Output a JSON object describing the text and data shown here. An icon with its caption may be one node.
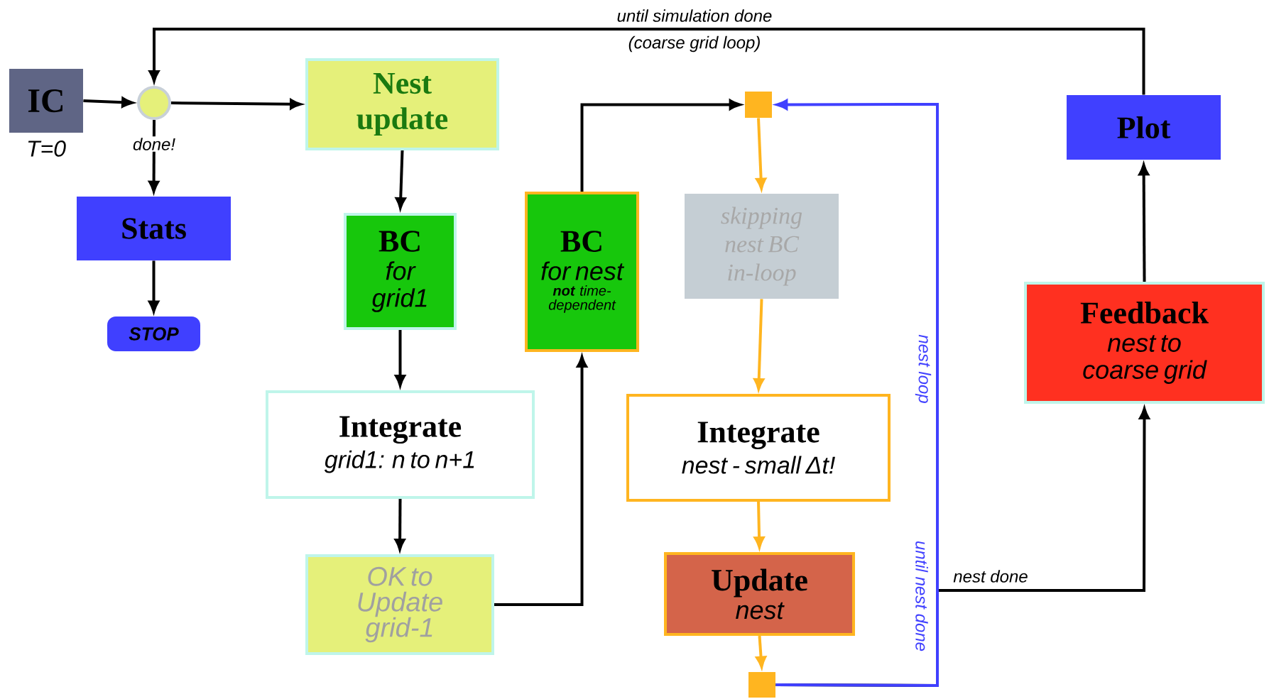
{
  "diagram": {
    "nodes": [
      {
        "text": [
          "IC"
        ],
        "beside": [
          "T=0"
        ]
      },
      {
        "text": [],
        "shape": "circle"
      },
      {
        "text": [
          "Nest update"
        ]
      },
      {
        "text": [
          "Stats"
        ]
      },
      {
        "text": [
          "STOP"
        ]
      },
      {
        "text": [
          "BC",
          "for grid1"
        ]
      },
      {
        "text": [
          "Integrate",
          "grid1: n to n+1"
        ]
      },
      {
        "text": [
          "OK to Update grid-1"
        ]
      },
      {
        "text": [
          "BC",
          "for nest",
          "**not** time-dependent"
        ]
      },
      {
        "text": [],
        "shape": "box"
      },
      {
        "text": [
          "skipping nest BC in-loop"
        ]
      },
      {
        "text": [
          "Integrate",
          "nest - small Δt!"
        ]
      },
      {
        "text": [
          "Update",
          "nest"
        ]
      },
      {
        "text": [],
        "shape": "box"
      },
      {
        "text": [
          "Plot"
        ]
      },
      {
        "text": [
          "Feedback",
          "nest to coarse grid"
        ]
      }
    ],
    "edges": [
      {
        "from": 0,
        "to": 1,
        "arrow": "to"
      },
      {
        "from": 1,
        "to": 2,
        "arrow": "to"
      },
      {
        "from": 1,
        "to": 3,
        "arrow": "to",
        "label": "done!"
      },
      {
        "from": 3,
        "to": 4,
        "arrow": "to"
      },
      {
        "from": 2,
        "to": 5,
        "arrow": "to"
      },
      {
        "from": 5,
        "to": 6,
        "arrow": "to"
      },
      {
        "from": 6,
        "to": 7,
        "arrow": "to"
      },
      {
        "from": 7,
        "to": 8,
        "arrow": "to"
      },
      {
        "from": 8,
        "to": 9,
        "arrow": "to"
      },
      {
        "from": 9,
        "to": 10,
        "arrow": "to",
        "color": "#ffb520"
      },
      {
        "from": 10,
        "to": 11,
        "arrow": "to",
        "color": "#ffb520"
      },
      {
        "from": 11,
        "to": 12,
        "arrow": "to",
        "color": "#ffb520"
      },
      {
        "from": 12,
        "to": 13,
        "arrow": "to",
        "color": "#ffb520"
      },
      {
        "from": 13,
        "to": 9,
        "arrow": "to",
        "color": "#4040ff",
        "label": "nest loop"
      },
      {
        "from": 13,
        "to": 15,
        "arrow": "to",
        "label": "nest done"
      },
      {
        "from": 15,
        "to": 14,
        "arrow": "to"
      },
      {
        "from": 14,
        "to": 1,
        "arrow": "to",
        "label": "until simulation done"
      }
    ],
    "labels": [
      "(coarse grid loop)",
      "until nest done"
    ]
  }
}
